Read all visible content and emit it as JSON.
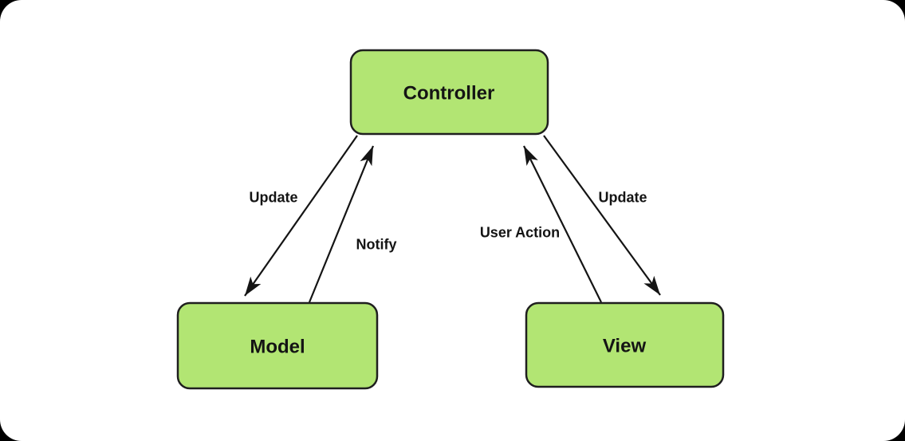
{
  "diagram": {
    "type": "mvc-architecture",
    "nodes": [
      {
        "id": "controller",
        "label": "Controller"
      },
      {
        "id": "model",
        "label": "Model"
      },
      {
        "id": "view",
        "label": "View"
      }
    ],
    "edges": [
      {
        "from": "controller",
        "to": "model",
        "label": "Update"
      },
      {
        "from": "model",
        "to": "controller",
        "label": "Notify"
      },
      {
        "from": "view",
        "to": "controller",
        "label": "User Action"
      },
      {
        "from": "controller",
        "to": "view",
        "label": "Update"
      }
    ],
    "colors": {
      "node_fill": "#b2e573",
      "node_border": "#1f1f1f",
      "line": "#141414",
      "text": "#141414",
      "canvas": "#ffffff",
      "page_bg": "#000000"
    }
  }
}
